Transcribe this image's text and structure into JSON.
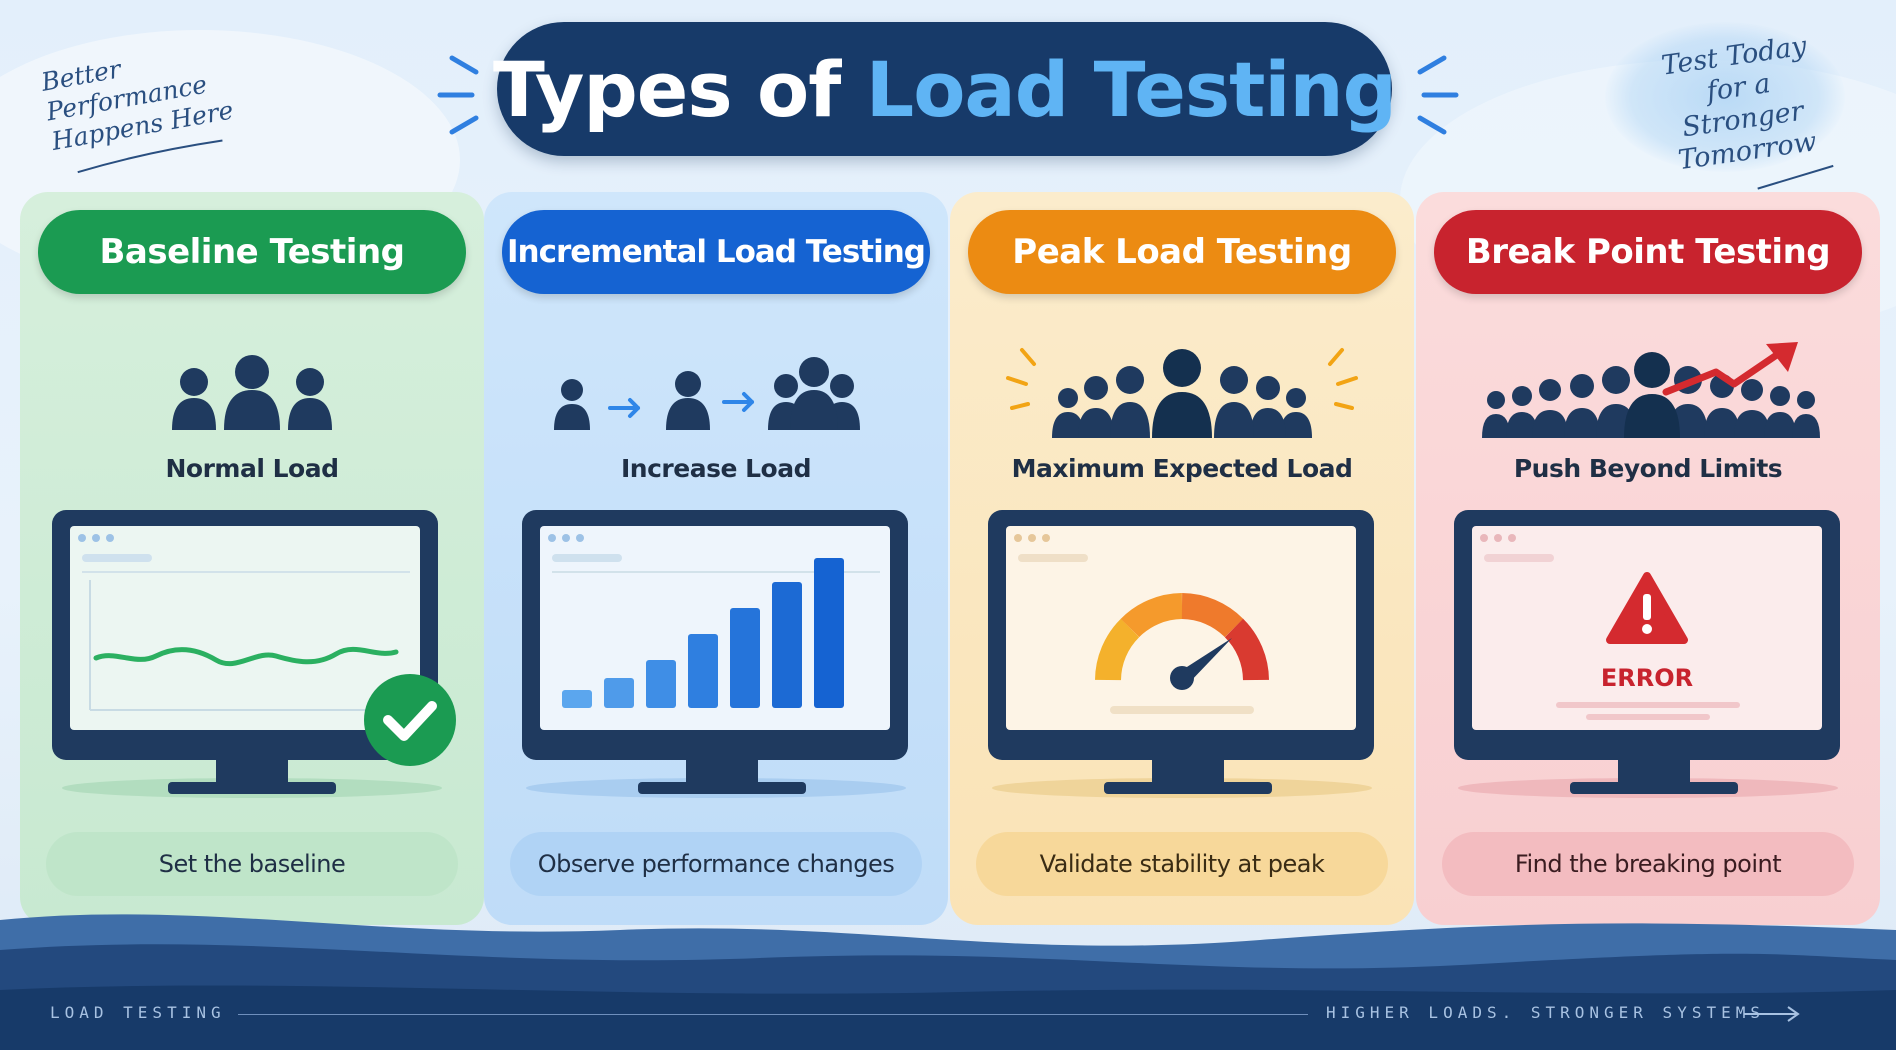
{
  "header": {
    "title_main": "Types of",
    "title_accent": "Load Testing",
    "note_left": [
      "Better",
      "Performance",
      "Happens Here"
    ],
    "note_right": [
      "Test Today",
      "for a Stronger",
      "Tomorrow"
    ]
  },
  "panels": [
    {
      "title": "Baseline Testing",
      "load_label": "Normal Load",
      "caption": "Set the baseline",
      "accent": "#1b9b52"
    },
    {
      "title": "Incremental Load Testing",
      "load_label": "Increase Load",
      "caption": "Observe performance changes",
      "accent": "#1563d2"
    },
    {
      "title": "Peak Load Testing",
      "load_label": "Maximum Expected Load",
      "caption": "Validate stability at peak",
      "accent": "#ec8b12"
    },
    {
      "title": "Break Point Testing",
      "load_label": "Push Beyond Limits",
      "caption": "Find the breaking point",
      "accent": "#c8232e",
      "error_text": "ERROR"
    }
  ],
  "footer": {
    "left": "LOAD TESTING",
    "right": "HIGHER LOADS. STRONGER SYSTEMS"
  },
  "icons": {
    "panel1": [
      "people-group-icon",
      "line-chart-icon",
      "checkmark-badge-icon"
    ],
    "panel2": [
      "person-icon",
      "arrow-right-icon",
      "bar-chart-icon"
    ],
    "panel3": [
      "crowd-icon",
      "gauge-icon"
    ],
    "panel4": [
      "crowd-icon",
      "trend-up-arrow-icon",
      "warning-icon"
    ]
  }
}
